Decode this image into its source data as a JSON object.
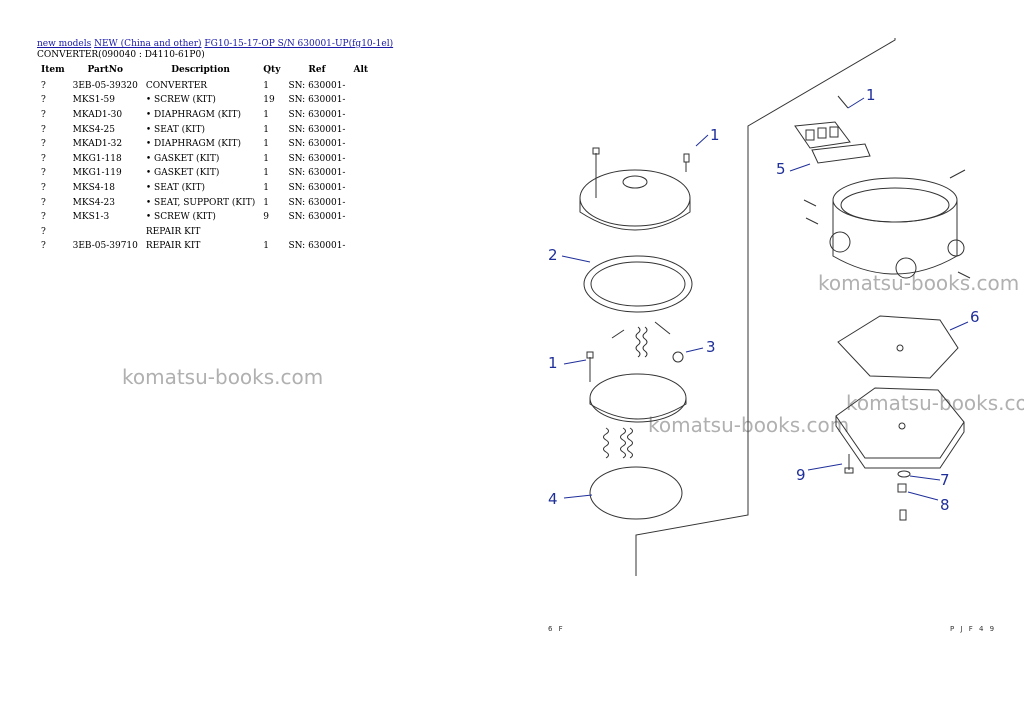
{
  "breadcrumb": {
    "link1": "new models",
    "link2": "NEW (China and other)",
    "link3": "FG10-15-17-OP S/N 630001-UP(fg10-1el)"
  },
  "section_title": "CONVERTER(090040 : D4110-61P0)",
  "table": {
    "headers": [
      "Item",
      "PartNo",
      "Description",
      "Qty",
      "Ref",
      "Alt"
    ],
    "rows": [
      {
        "item": "?",
        "part": "3EB-05-39320",
        "desc": "CONVERTER",
        "qty": "1",
        "ref": "SN: 630001-",
        "alt": ""
      },
      {
        "item": "?",
        "part": "MKS1-59",
        "desc": "• SCREW (KIT)",
        "qty": "19",
        "ref": "SN: 630001-",
        "alt": ""
      },
      {
        "item": "?",
        "part": "MKAD1-30",
        "desc": "• DIAPHRAGM (KIT)",
        "qty": "1",
        "ref": "SN: 630001-",
        "alt": ""
      },
      {
        "item": "?",
        "part": "MKS4-25",
        "desc": "• SEAT (KIT)",
        "qty": "1",
        "ref": "SN: 630001-",
        "alt": ""
      },
      {
        "item": "?",
        "part": "MKAD1-32",
        "desc": "• DIAPHRAGM (KIT)",
        "qty": "1",
        "ref": "SN: 630001-",
        "alt": ""
      },
      {
        "item": "?",
        "part": "MKG1-118",
        "desc": "• GASKET (KIT)",
        "qty": "1",
        "ref": "SN: 630001-",
        "alt": ""
      },
      {
        "item": "?",
        "part": "MKG1-119",
        "desc": "• GASKET (KIT)",
        "qty": "1",
        "ref": "SN: 630001-",
        "alt": ""
      },
      {
        "item": "?",
        "part": "MKS4-18",
        "desc": "• SEAT (KIT)",
        "qty": "1",
        "ref": "SN: 630001-",
        "alt": ""
      },
      {
        "item": "?",
        "part": "MKS4-23",
        "desc": "• SEAT, SUPPORT (KIT)",
        "qty": "1",
        "ref": "SN: 630001-",
        "alt": ""
      },
      {
        "item": "?",
        "part": "MKS1-3",
        "desc": "• SCREW (KIT)",
        "qty": "9",
        "ref": "SN: 630001-",
        "alt": ""
      },
      {
        "item": "?",
        "part": "",
        "desc": "REPAIR KIT",
        "qty": "",
        "ref": "",
        "alt": ""
      },
      {
        "item": "?",
        "part": "3EB-05-39710",
        "desc": "REPAIR KIT",
        "qty": "1",
        "ref": "SN: 630001-",
        "alt": ""
      }
    ]
  },
  "watermark": "komatsu-books.com",
  "diagram": {
    "callouts": [
      "1",
      "1",
      "2",
      "1",
      "3",
      "4",
      "5",
      "6",
      "7",
      "8",
      "9"
    ],
    "footer_left": "6 F",
    "footer_right": "P J F 4 9",
    "colors": {
      "callout": "#1f2f9a",
      "line": "#333333",
      "watermark": "#969696"
    }
  }
}
